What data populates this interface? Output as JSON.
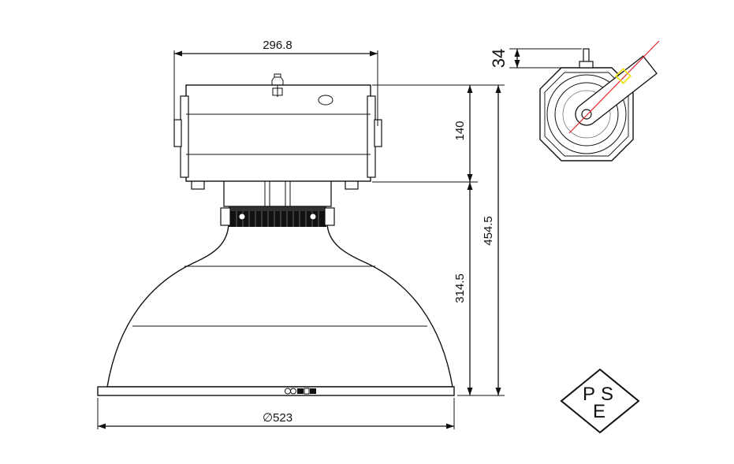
{
  "dimensions": {
    "top_width": "296.8",
    "housing_height": "140",
    "total_height": "454.5",
    "reflector_height": "314.5",
    "diameter": "∅523",
    "bracket_offset": "34"
  },
  "mark": {
    "letters": [
      "P",
      "S",
      "E"
    ]
  },
  "colors": {
    "line": "#111111",
    "axis_red": "#e8202a",
    "marker_yellow": "#f2e21a"
  }
}
